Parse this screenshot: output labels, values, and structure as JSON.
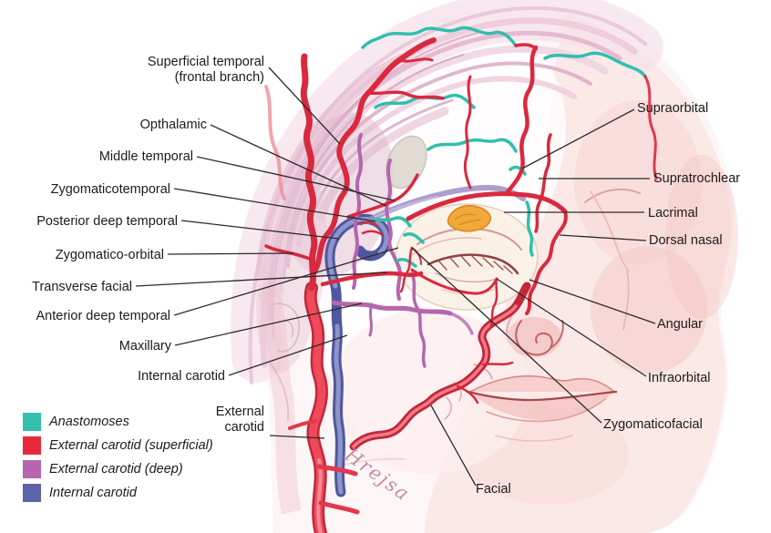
{
  "figure": {
    "signature": "Hrejsa",
    "leader_color": "#2b2b2b"
  },
  "labels": {
    "superficial_temporal": "Superficial temporal\n(frontal branch)",
    "opthalamic": "Opthalamic",
    "middle_temporal": "Middle temporal",
    "zygomaticotemporal": "Zygomaticotemporal",
    "posterior_deep_temporal": "Posterior deep temporal",
    "zygomatico_orbital": "Zygomatico-orbital",
    "transverse_facial": "Transverse facial",
    "anterior_deep_temporal": "Anterior deep temporal",
    "maxillary": "Maxillary",
    "internal_carotid": "Internal carotid",
    "external_carotid": "External\ncarotid",
    "supraorbital": "Supraorbital",
    "supratrochlear": "Supratrochlear",
    "lacrimal": "Lacrimal",
    "dorsal_nasal": "Dorsal nasal",
    "angular": "Angular",
    "infraorbital": "Infraorbital",
    "zygomaticofacial": "Zygomaticofacial",
    "facial": "Facial"
  },
  "legend": {
    "items": [
      {
        "label": "Anastomoses",
        "color": "#35bfad"
      },
      {
        "label": "External carotid (superficial)",
        "color": "#e8293b"
      },
      {
        "label": "External carotid (deep)",
        "color": "#b566ae"
      },
      {
        "label": "Internal carotid",
        "color": "#5c63a9"
      }
    ]
  }
}
